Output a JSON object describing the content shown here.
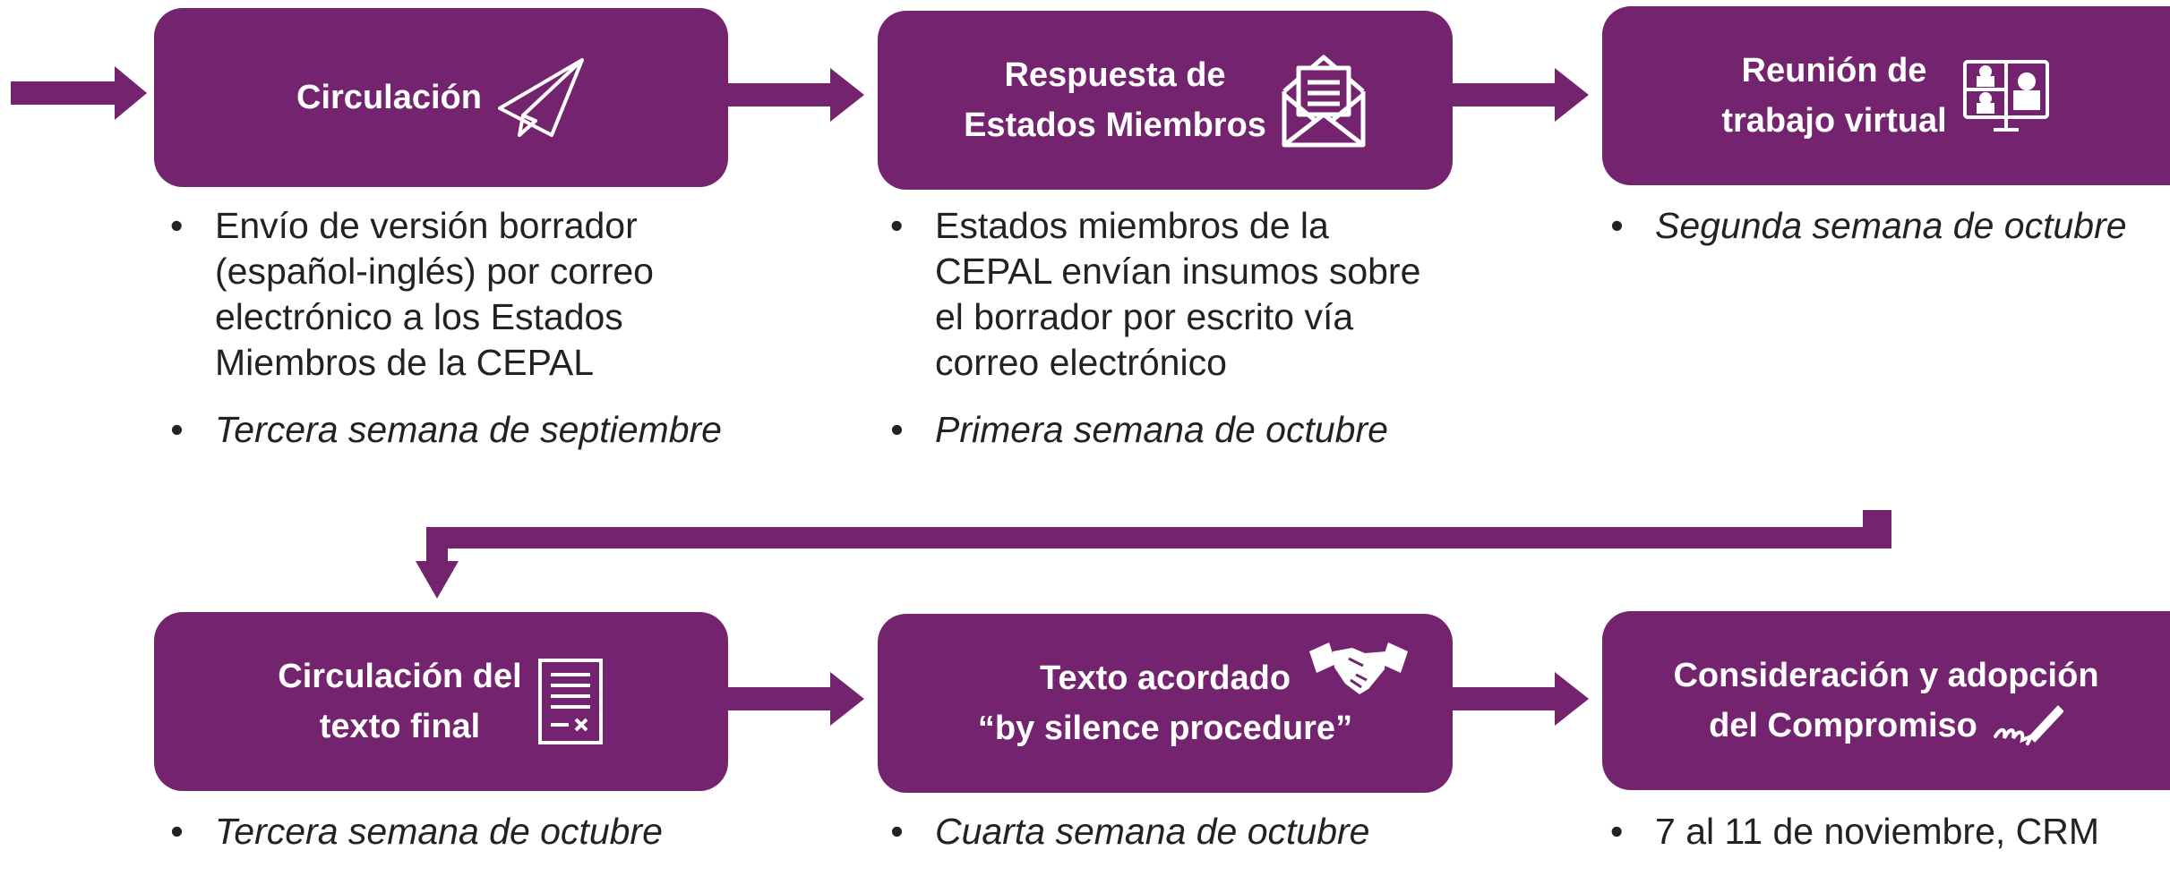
{
  "colors": {
    "primary": "#74246f",
    "text": "#222222"
  },
  "steps": [
    {
      "title_line1": "Circulación",
      "title_line2": "",
      "icon": "paper-plane-icon",
      "notes": [
        "Envío de versión borrador (español-inglés) por correo electrónico a los Estados Miembros de la CEPAL",
        "Tercera semana de septiembre"
      ]
    },
    {
      "title_line1": "Respuesta de",
      "title_line2": "Estados Miembros",
      "icon": "envelope-letter-icon",
      "notes": [
        "Estados miembros de la CEPAL envían insumos sobre el borrador por escrito vía correo electrónico",
        "Primera semana de octubre"
      ]
    },
    {
      "title_line1": "Reunión de",
      "title_line2": "trabajo virtual",
      "icon": "video-conference-icon",
      "notes": [
        "Segunda semana de octubre"
      ]
    },
    {
      "title_line1": "Circulación del",
      "title_line2": "texto final",
      "icon": "document-icon",
      "notes": [
        "Tercera semana de octubre"
      ]
    },
    {
      "title_line1": "Texto acordado",
      "title_line2": "“by silence procedure”",
      "icon": "handshake-icon",
      "notes": [
        "Cuarta semana de octubre"
      ]
    },
    {
      "title_line1": "Consideración y adopción",
      "title_line2": "del Compromiso",
      "icon": "signature-pen-icon",
      "notes": [
        "7 al 11 de noviembre, CRM"
      ]
    }
  ]
}
